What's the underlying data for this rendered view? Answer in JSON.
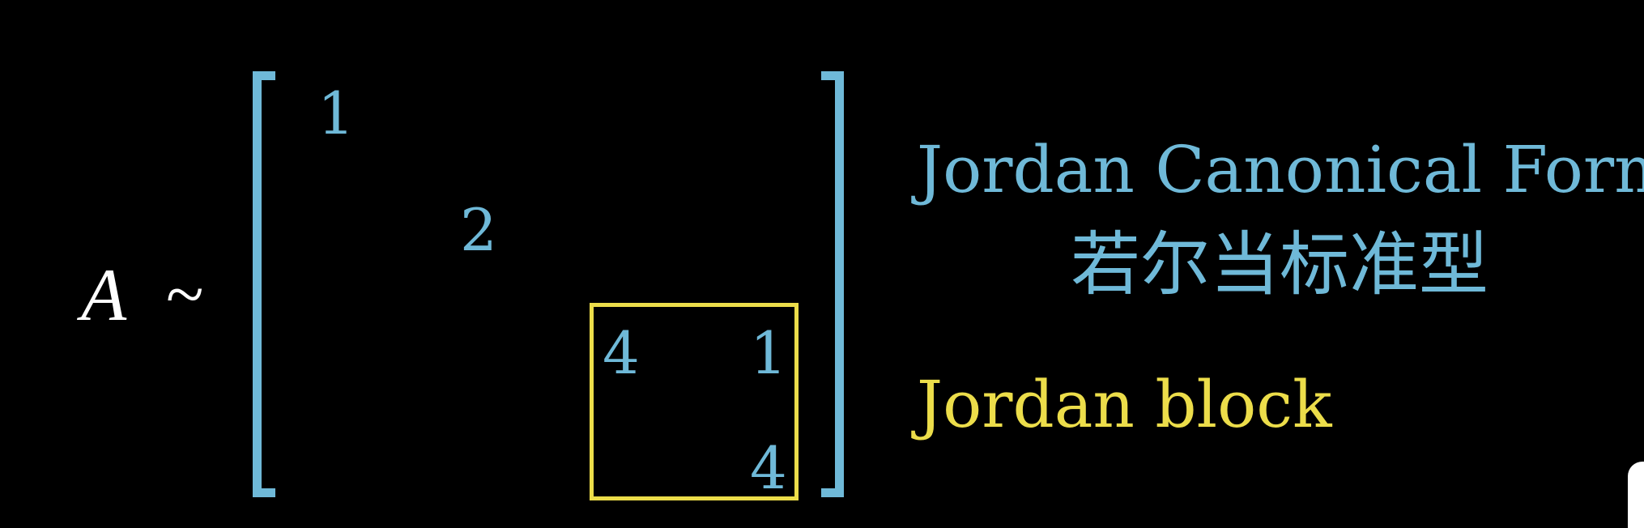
{
  "equation": {
    "variable": "A",
    "relation": "~"
  },
  "matrix": {
    "entries": [
      "1",
      "2",
      "4",
      "1",
      "4"
    ]
  },
  "labels": {
    "canonical_form_en": "Jordan Canonical Form",
    "canonical_form_zh": "若尔当标准型",
    "block": "Jordan block"
  },
  "colors": {
    "background": "#000000",
    "matrix": "#6fb9d8",
    "block_highlight": "#ecdd4a",
    "lhs_text": "#ffffff"
  }
}
